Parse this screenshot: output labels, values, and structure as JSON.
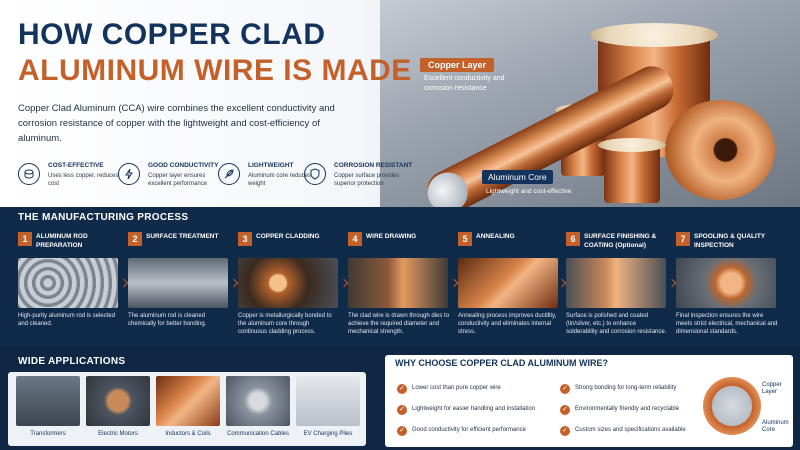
{
  "header": {
    "title_line1": "HOW COPPER CLAD",
    "title_line2": "ALUMINUM WIRE IS MADE",
    "intro": "Copper Clad Aluminum (CCA) wire combines the excellent conductivity and corrosion resistance of copper with the lightweight and cost-efficiency of aluminum."
  },
  "features": [
    {
      "icon": "coins-icon",
      "title": "COST-EFFECTIVE",
      "desc": "Uses less copper, reduces cost"
    },
    {
      "icon": "lightning-icon",
      "title": "GOOD CONDUCTIVITY",
      "desc": "Copper layer ensures excellent performance"
    },
    {
      "icon": "feather-icon",
      "title": "LIGHTWEIGHT",
      "desc": "Aluminum core reduces weight"
    },
    {
      "icon": "shield-icon",
      "title": "CORROSION RESISTANT",
      "desc": "Copper surface provides superior protection"
    }
  ],
  "product": {
    "copper_layer_label": "Copper Layer",
    "copper_layer_desc": "Excellent conductivity and corrosion resistance",
    "aluminum_core_label": "Aluminum Core",
    "aluminum_core_desc": "Lightweight and cost-effective"
  },
  "manufacturing": {
    "title": "THE MANUFACTURING PROCESS",
    "steps": [
      {
        "num": "1",
        "title": "ALUMINUM ROD PREPARATION",
        "desc": "High-purity aluminum rod is selected and cleaned.",
        "color": "#9aa3ad"
      },
      {
        "num": "2",
        "title": "SURFACE TREATMENT",
        "desc": "The aluminum rod is cleaned chemically for better bonding.",
        "color": "#6f7a86"
      },
      {
        "num": "3",
        "title": "COPPER CLADDING",
        "desc": "Copper is metallurgically bonded to the aluminum core through continuous cladding process.",
        "color": "#8a5a3a"
      },
      {
        "num": "4",
        "title": "WIRE DRAWING",
        "desc": "The clad wire is drawn through dies to achieve the required diameter and mechanical strength.",
        "color": "#7a4b2e"
      },
      {
        "num": "5",
        "title": "ANNEALING",
        "desc": "Annealing process improves ductility, conductivity and eliminates internal stress.",
        "color": "#8b4a22"
      },
      {
        "num": "6",
        "title": "SURFACE FINISHING & COATING (Optional)",
        "desc": "Surface is polished and coated (tin/silver, etc.) to enhance solderability and corrosion resistance.",
        "color": "#a0582a"
      },
      {
        "num": "7",
        "title": "SPOOLING & QUALITY INSPECTION",
        "desc": "Final inspection ensures the wire meets strict electrical, mechanical and dimensional standards.",
        "color": "#9a5630"
      }
    ]
  },
  "applications": {
    "title": "WIDE APPLICATIONS",
    "items": [
      {
        "label": "Transformers",
        "color": "#55636f"
      },
      {
        "label": "Electric Motors",
        "color": "#4c5560"
      },
      {
        "label": "Inductors & Coils",
        "color": "#9a5a34"
      },
      {
        "label": "Communication Cables",
        "color": "#7c8894"
      },
      {
        "label": "EV Charging Piles",
        "color": "#c9ced4"
      }
    ]
  },
  "why": {
    "title": "WHY CHOOSE COPPER CLAD ALUMINUM WIRE?",
    "items": [
      "Lower cost than pure copper wire",
      "Lightweight for easier handling and installation",
      "Good conductivity for efficient performance",
      "Strong bonding for long-term reliability",
      "Environmentally friendly and recyclable",
      "Custom sizes and specifications available"
    ],
    "cross_section_copper": "Copper Layer",
    "cross_section_aluminum": "Aluminum Core"
  }
}
